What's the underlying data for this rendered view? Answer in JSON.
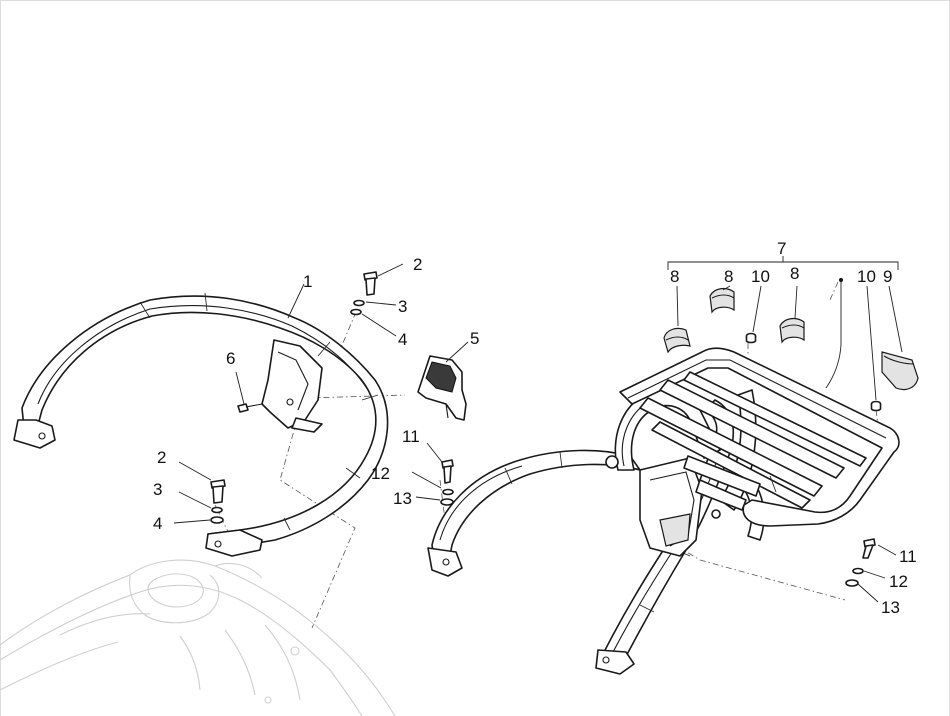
{
  "diagram": {
    "callouts": {
      "c1": "1",
      "c2a": "2",
      "c3a": "3",
      "c4a": "4",
      "c5": "5",
      "c6": "6",
      "c2b": "2",
      "c3b": "3",
      "c4b": "4",
      "c11a": "11",
      "c12a": "12",
      "c13a": "13",
      "c7": "7",
      "c8a": "8",
      "c8b": "8",
      "c8c": "8",
      "c10a": "10",
      "c10b": "10",
      "c9": "9",
      "c11b": "11",
      "c12b": "12",
      "c13b": "13"
    },
    "parts": [
      "grab-rail",
      "screw",
      "spring-washer",
      "washer",
      "bracket-cover",
      "screw",
      "rear-luggage-rack-kit",
      "rack-tube-insert",
      "rack-cover",
      "rubber-buffer",
      "bolt",
      "spring-washer",
      "washer"
    ]
  }
}
